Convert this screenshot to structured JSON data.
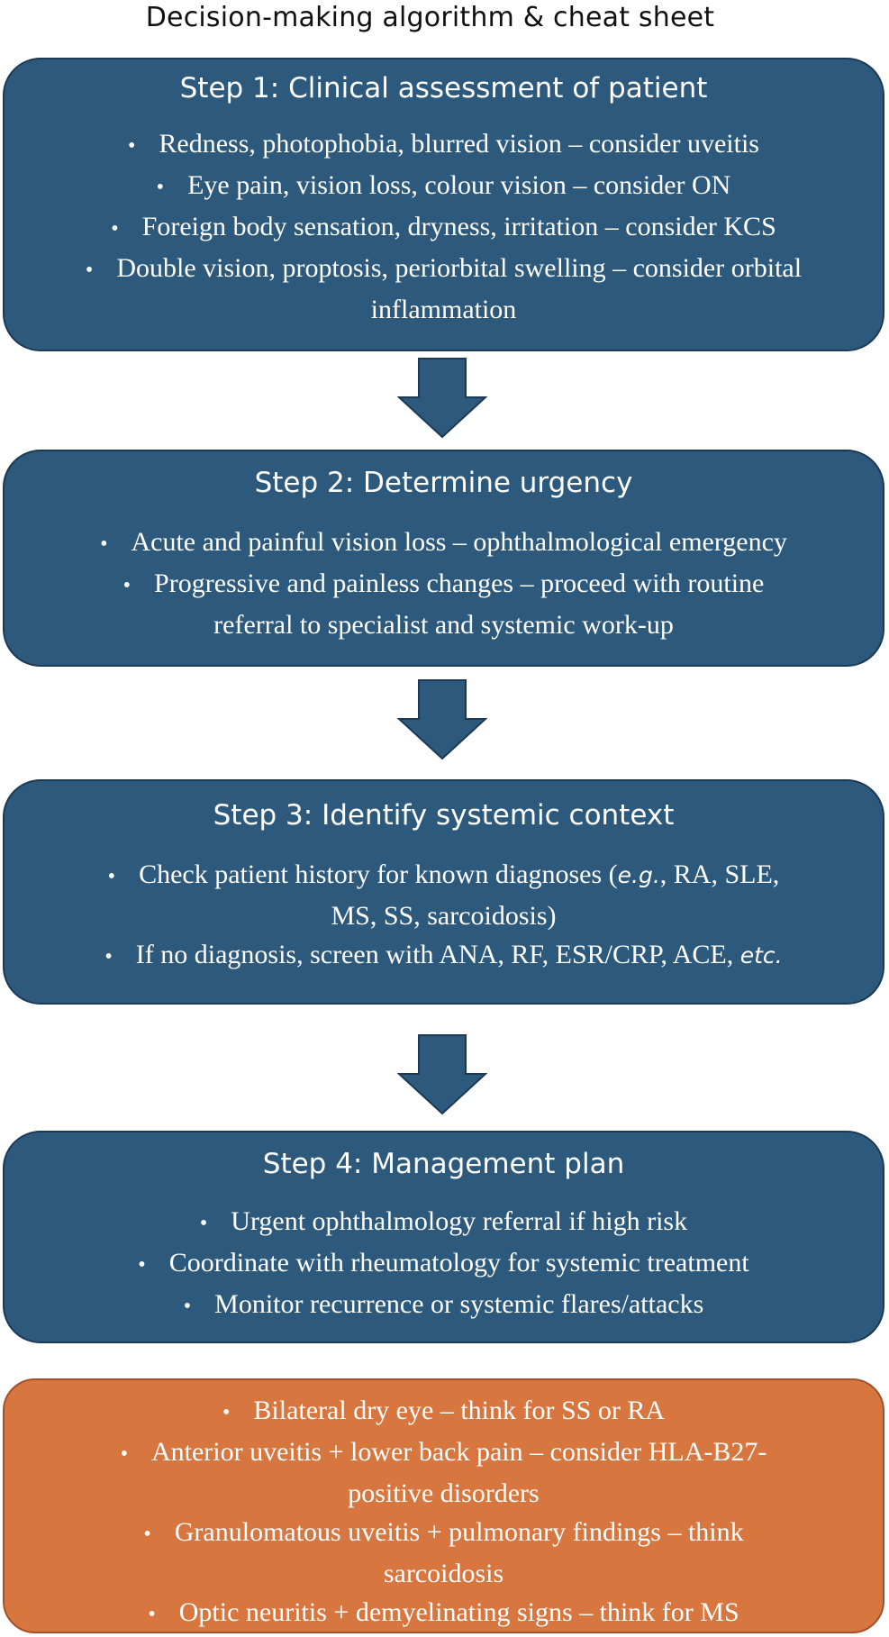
{
  "title": "Decision-making algorithm & cheat sheet",
  "colors": {
    "step_box": "#2d5a7c",
    "tip_box": "#d8763f",
    "arrow": "#2d5a7c"
  },
  "steps": [
    {
      "heading": "Step 1: Clinical assessment of patient",
      "bullets": [
        "Redness, photophobia, blurred vision – consider uveitis",
        "Eye pain, vision loss, colour vision – consider ON",
        "Foreign body sensation, dryness, irritation – consider KCS",
        "Double vision, proptosis, periorbital swelling – consider orbital inflammation"
      ]
    },
    {
      "heading": "Step 2: Determine urgency",
      "bullets": [
        "Acute and painful vision loss – ophthalmological emergency",
        "Progressive and painless changes – proceed with routine referral to specialist and systemic work-up"
      ]
    },
    {
      "heading": "Step 3: Identify systemic context",
      "bullets": [
        {
          "pre": "Check patient history for known diagnoses (",
          "em": "e.g.",
          "post": ", RA, SLE, MS, SS, sarcoidosis)"
        },
        {
          "pre": "If no diagnosis, screen with ANA, RF, ESR/CRP, ACE, ",
          "em": "etc.",
          "post": ""
        }
      ]
    },
    {
      "heading": "Step 4: Management plan",
      "bullets": [
        "Urgent ophthalmology referral if high risk",
        "Coordinate with rheumatology for systemic treatment",
        "Monitor recurrence or systemic flares/attacks"
      ]
    }
  ],
  "cheat_sheet": [
    "Bilateral dry eye – think for SS or RA",
    "Anterior uveitis + lower back pain – consider HLA-B27-positive disorders",
    "Granulomatous uveitis + pulmonary findings – think sarcoidosis",
    "Optic neuritis + demyelinating signs – think for MS"
  ]
}
